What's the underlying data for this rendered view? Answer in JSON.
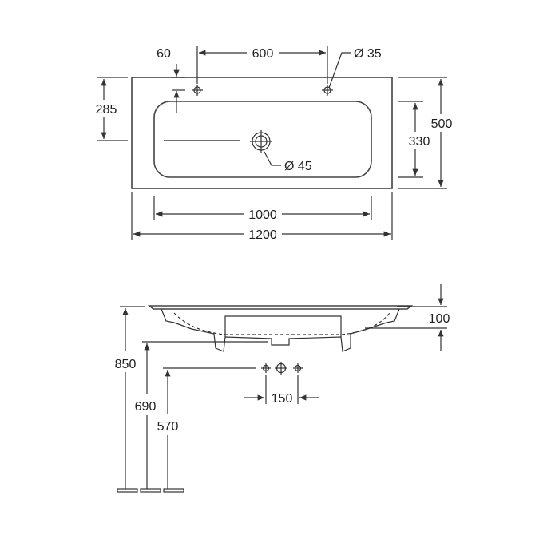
{
  "top_view": {
    "dim_tap_spacing": "600",
    "dim_tap_offset": "60",
    "dim_tap_hole": "Ø 35",
    "dim_tap_depth": "285",
    "dim_depth_total": "500",
    "dim_basin_depth": "330",
    "dim_drain": "Ø 45",
    "dim_basin_width": "1000",
    "dim_width_total": "1200"
  },
  "side_view": {
    "dim_height_rim": "100",
    "dim_height_total": "850",
    "dim_height_drain": "690",
    "dim_height_supply": "570",
    "dim_supply_spacing": "150"
  }
}
